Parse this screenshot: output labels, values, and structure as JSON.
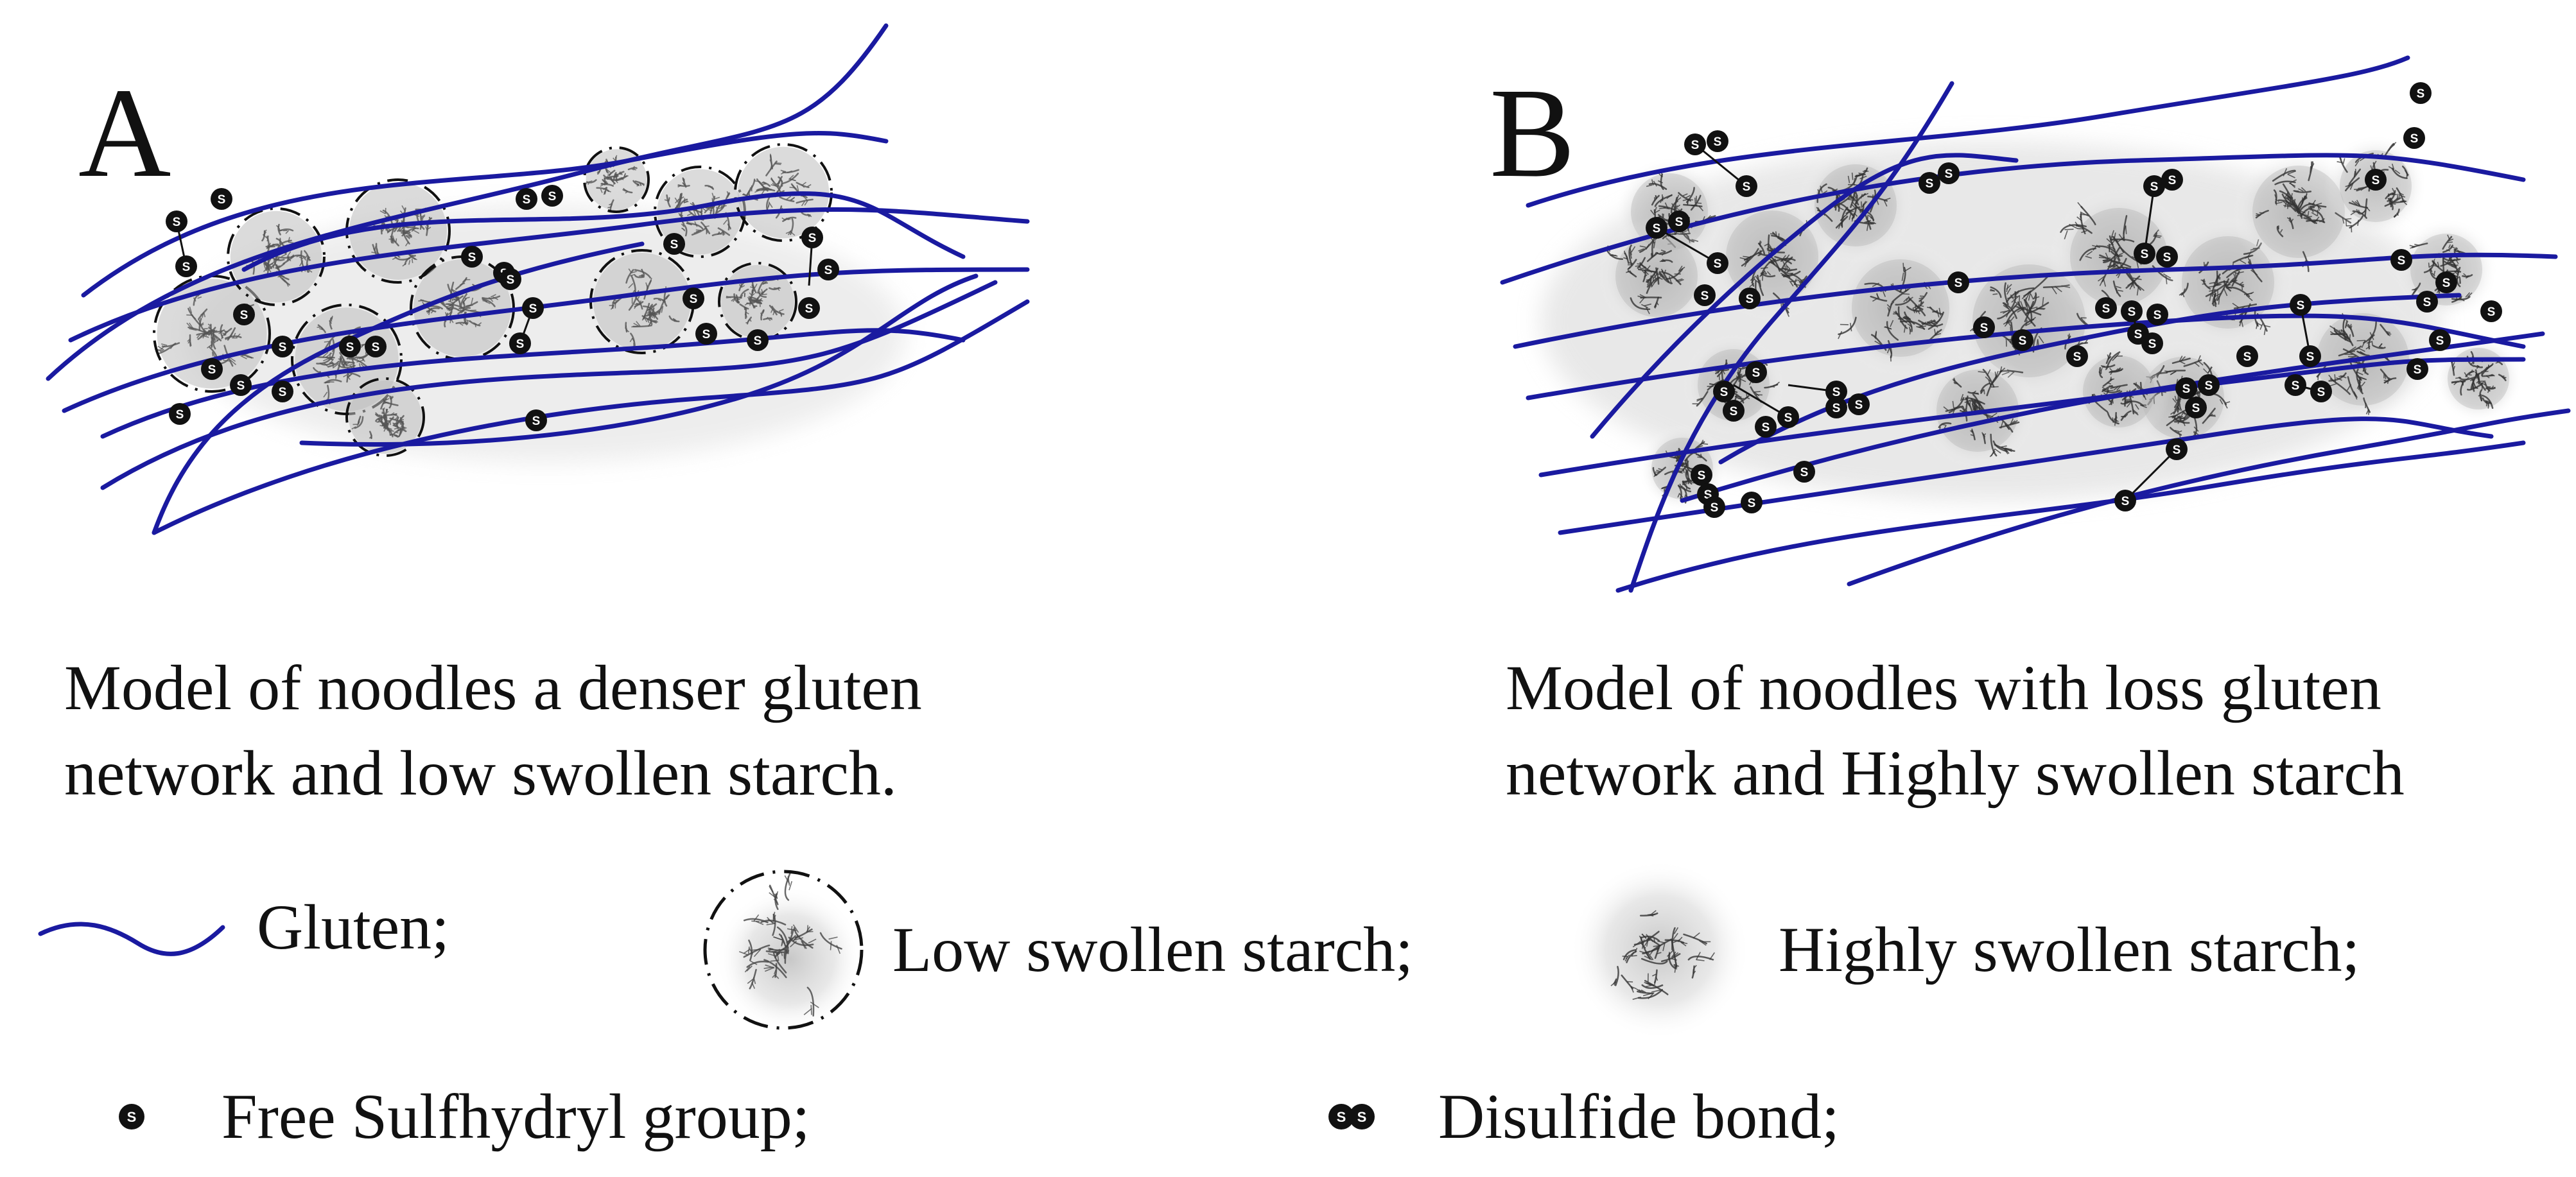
{
  "panels": [
    {
      "letter": "A",
      "caption_line1": "Model of noodles a denser gluten",
      "caption_line2": "network and low swollen starch."
    },
    {
      "letter": "B",
      "caption_line1": "Model of noodles with loss gluten",
      "caption_line2": "network and Highly swollen starch"
    }
  ],
  "legend": {
    "gluten": "Gluten;",
    "low_swollen_starch": "Low swollen starch;",
    "highly_swollen_starch": "Highly swollen starch;",
    "free_sulfhydryl": "Free Sulfhydryl group;",
    "disulfide_bond": "Disulfide bond;"
  },
  "symbol_text": {
    "sulfur": "S"
  },
  "colors": {
    "gluten": "#1a1aa0",
    "sulfur_fill": "#111111",
    "starch": "#555555"
  }
}
